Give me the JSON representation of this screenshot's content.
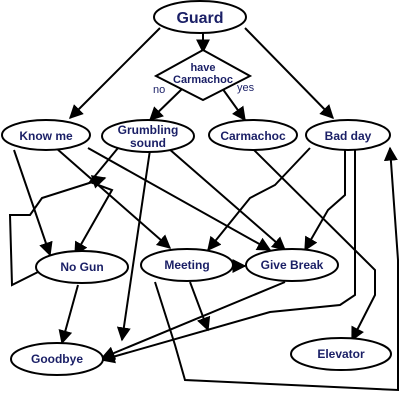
{
  "diagram": {
    "nodes": {
      "guard": "Guard",
      "have_carmachoc_line1": "have",
      "have_carmachoc_line2": "Carmachoc",
      "know_me": "Know me",
      "grumbling_line1": "Grumbling",
      "grumbling_line2": "sound",
      "carmachoc": "Carmachoc",
      "bad_day": "Bad day",
      "no_gun": "No Gun",
      "meeting": "Meeting",
      "give_break": "Give Break",
      "goodbye": "Goodbye",
      "elevator": "Elevator"
    },
    "edge_labels": {
      "no": "no",
      "yes": "yes"
    },
    "colors": {
      "text": "#1a1f66",
      "stroke": "#000000",
      "fill": "#ffffff"
    }
  }
}
